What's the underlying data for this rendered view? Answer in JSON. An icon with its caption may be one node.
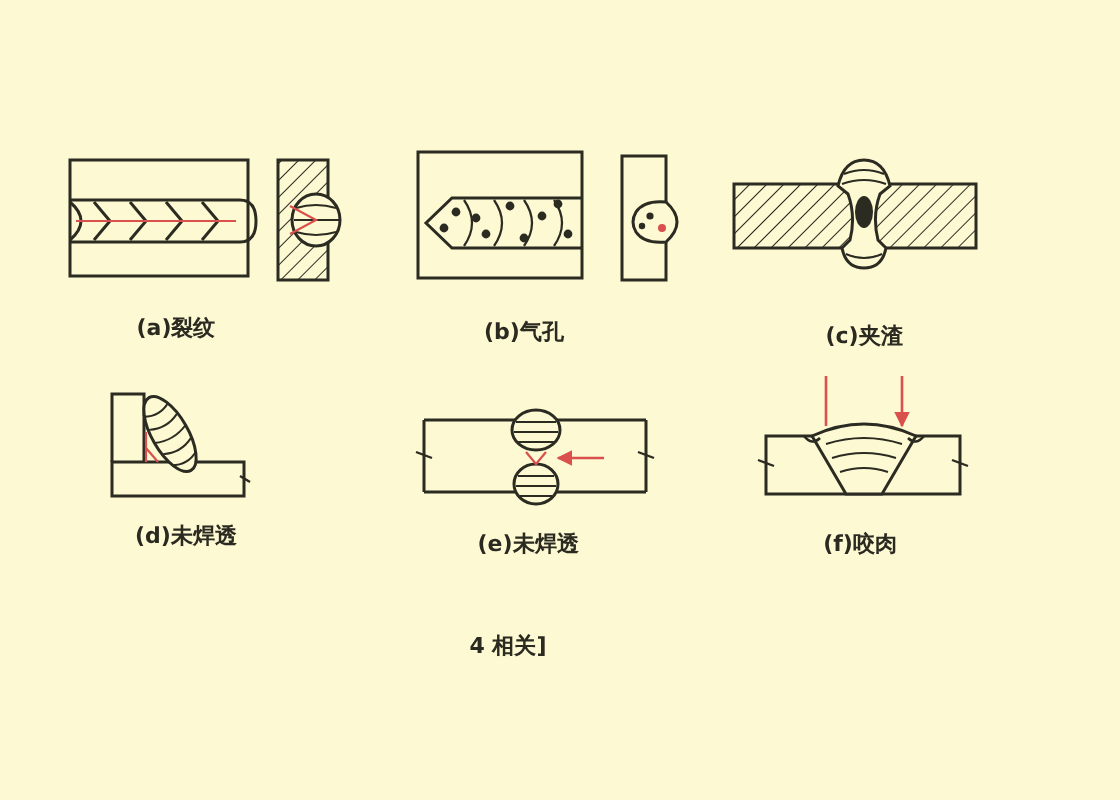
{
  "diagram": {
    "labels": [
      "(a)裂纹",
      "(b)气孔",
      "(c)夹渣",
      "(d)未焊透",
      "(e)未焊透",
      "(f)咬肉",
      "4 相关]"
    ]
  }
}
